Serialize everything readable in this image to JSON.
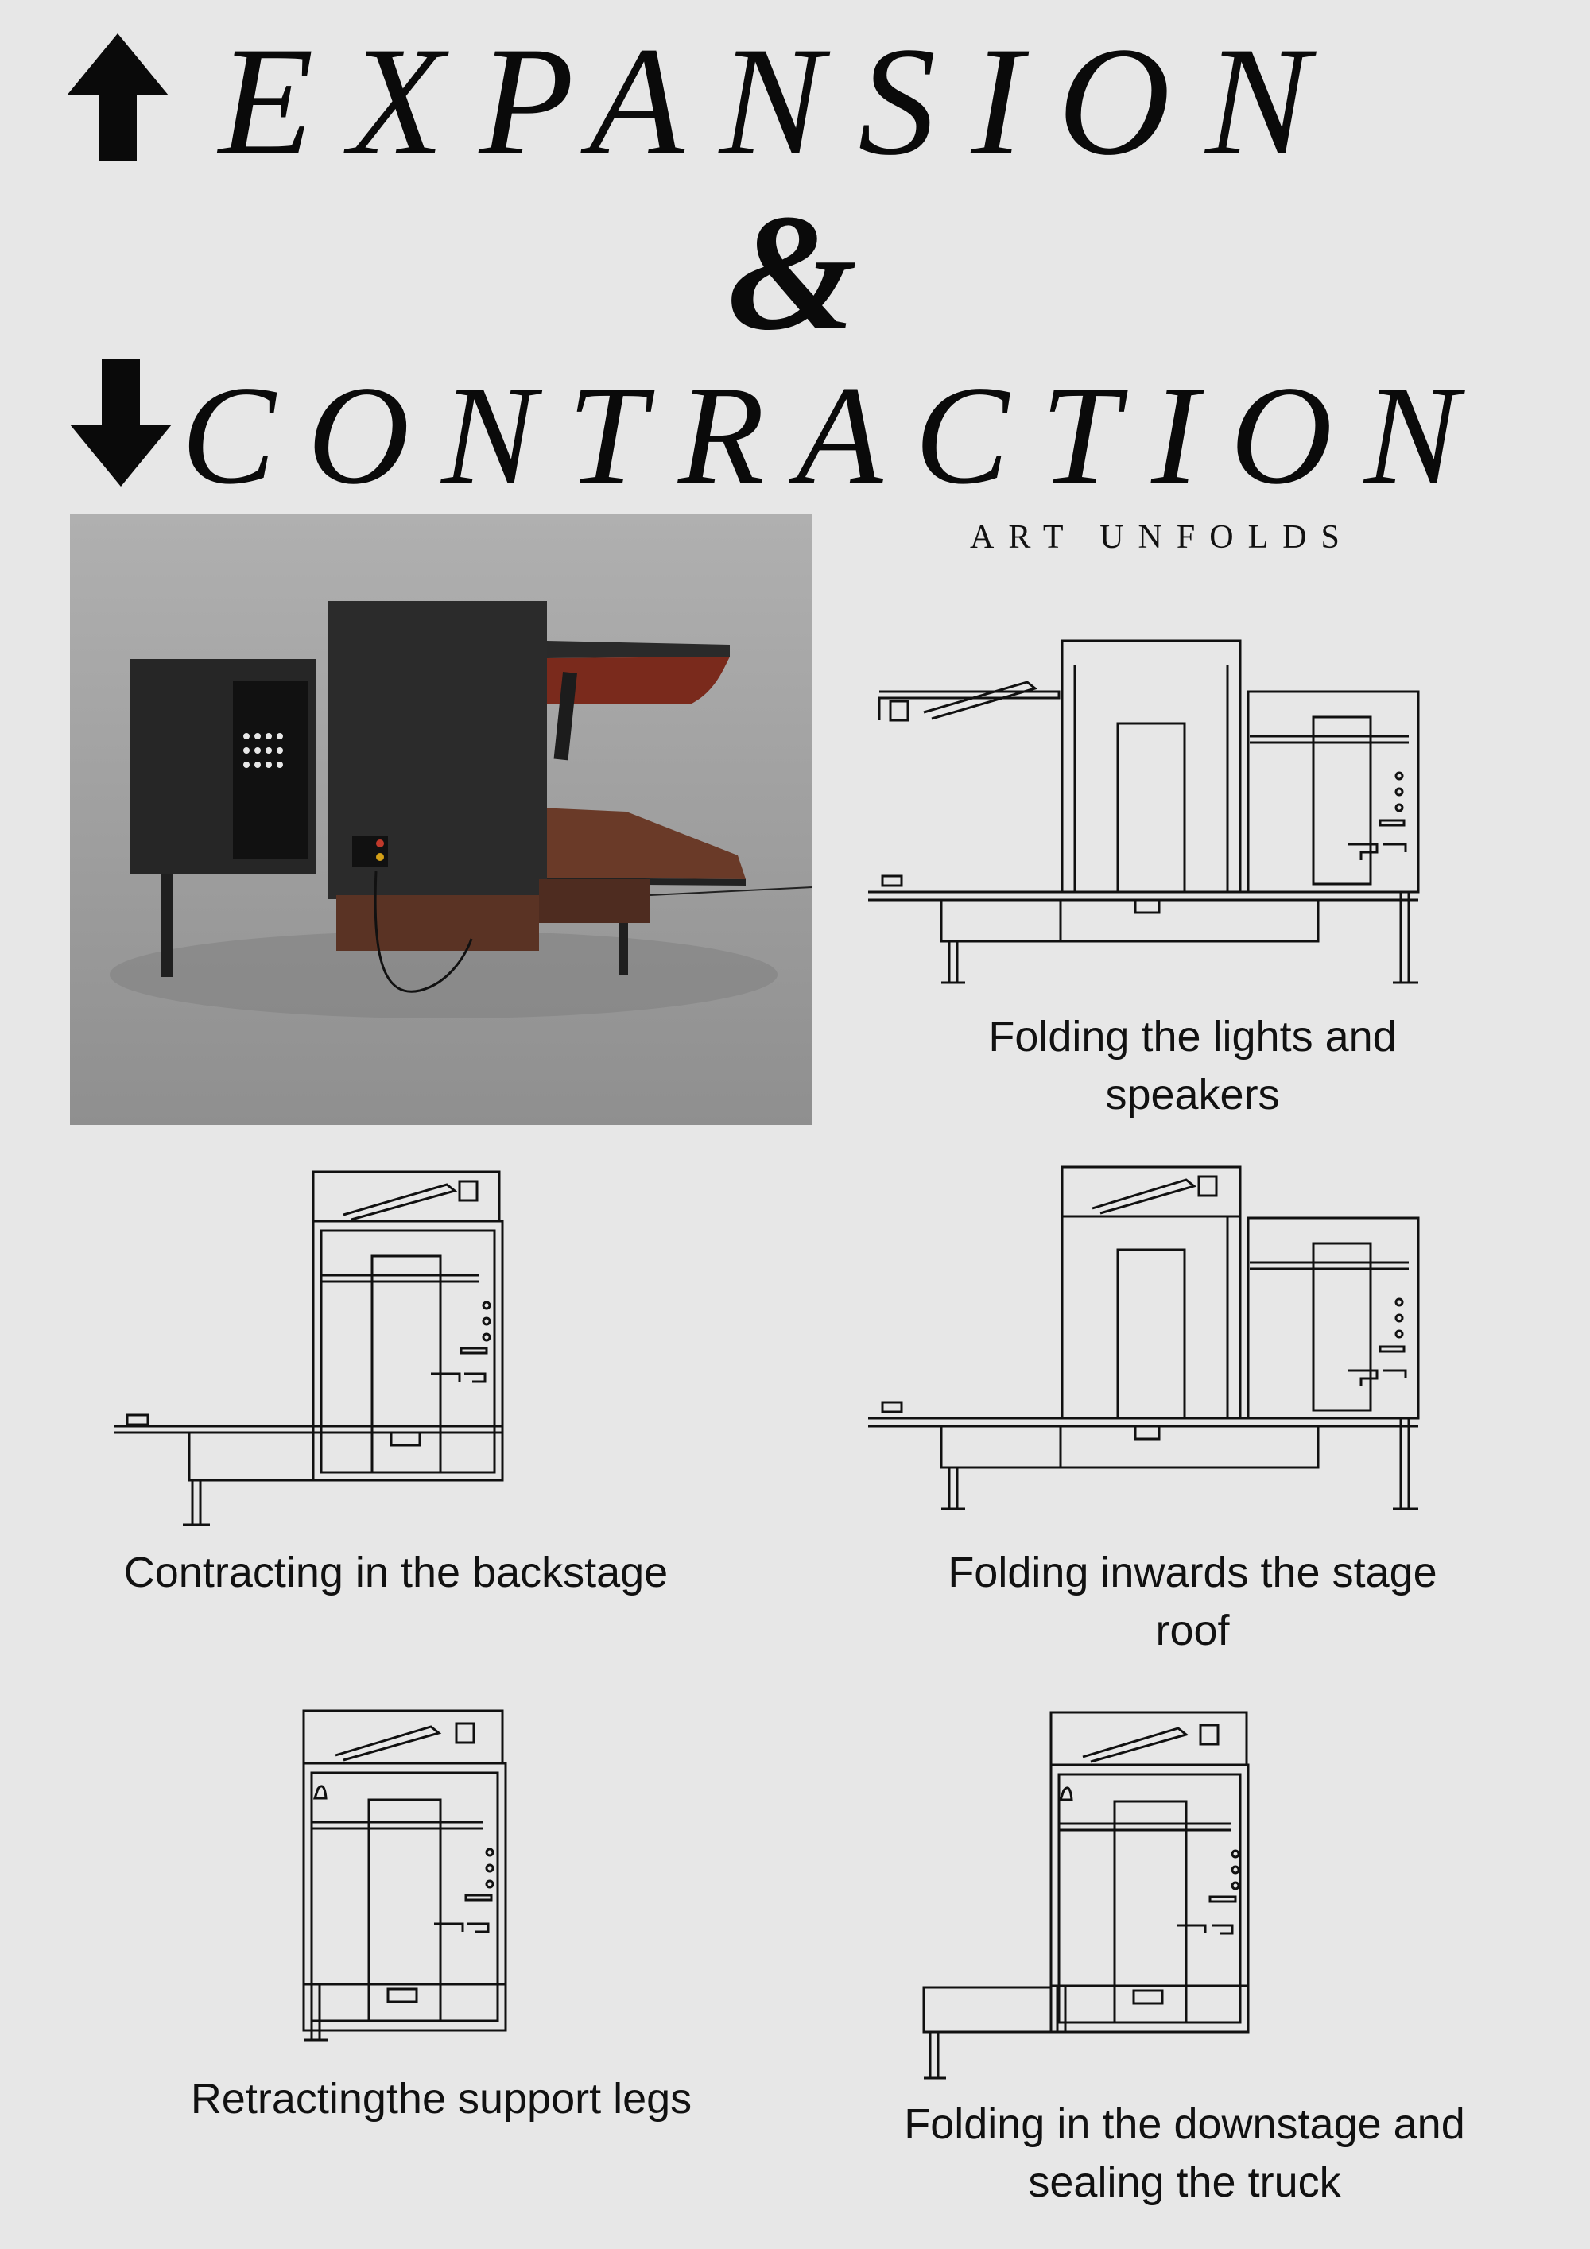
{
  "header": {
    "title_line1": "EXPANSION",
    "ampersand": "&",
    "title_line2": "CONTRACTION",
    "tagline": "ART UNFOLDS",
    "up_icon": "arrow-up-icon",
    "down_icon": "arrow-down-icon"
  },
  "steps": [
    {
      "caption": "Folding the lights and speakers"
    },
    {
      "caption": "Contracting in the backstage"
    },
    {
      "caption": "Folding inwards the stage roof"
    },
    {
      "caption": "Retractingthe support legs"
    },
    {
      "caption": "Folding in the downstage and sealing the truck"
    }
  ],
  "colors": {
    "background": "#e7e7e7",
    "ink": "#111111",
    "render_bg": "#a6a6a6",
    "stage_wood": "#5a3324",
    "curtain": "#7a2a1c"
  }
}
